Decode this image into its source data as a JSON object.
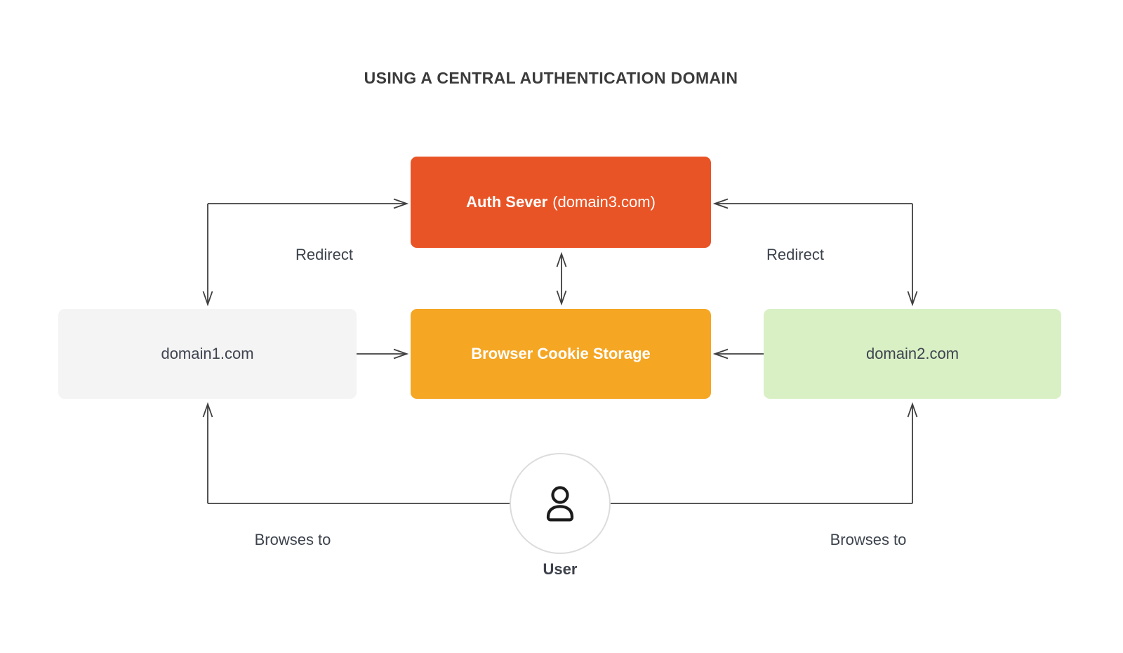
{
  "title": "USING A CENTRAL AUTHENTICATION DOMAIN",
  "nodes": {
    "auth_server": {
      "name": "Auth Sever",
      "domain": "(domain3.com)",
      "bg": "#E95426"
    },
    "cookie_storage": {
      "label": "Browser Cookie Storage",
      "bg": "#F5A623"
    },
    "domain1": {
      "label": "domain1.com",
      "bg": "#F4F4F4"
    },
    "domain2": {
      "label": "domain2.com",
      "bg": "#D9F0C5"
    },
    "user": {
      "label": "User",
      "icon": "person-icon"
    }
  },
  "edge_labels": {
    "redirect_left": "Redirect",
    "redirect_right": "Redirect",
    "browses_left": "Browses to",
    "browses_right": "Browses to"
  },
  "colors": {
    "line": "#3F3F3F",
    "title_text": "#3B3B3B",
    "label_text": "#3D434D",
    "box_text_light": "#FFFFFF",
    "box_text_dark": "#3F4450",
    "user_circle_border": "#DCDCDC",
    "person_icon_stroke": "#1B1B1B"
  }
}
